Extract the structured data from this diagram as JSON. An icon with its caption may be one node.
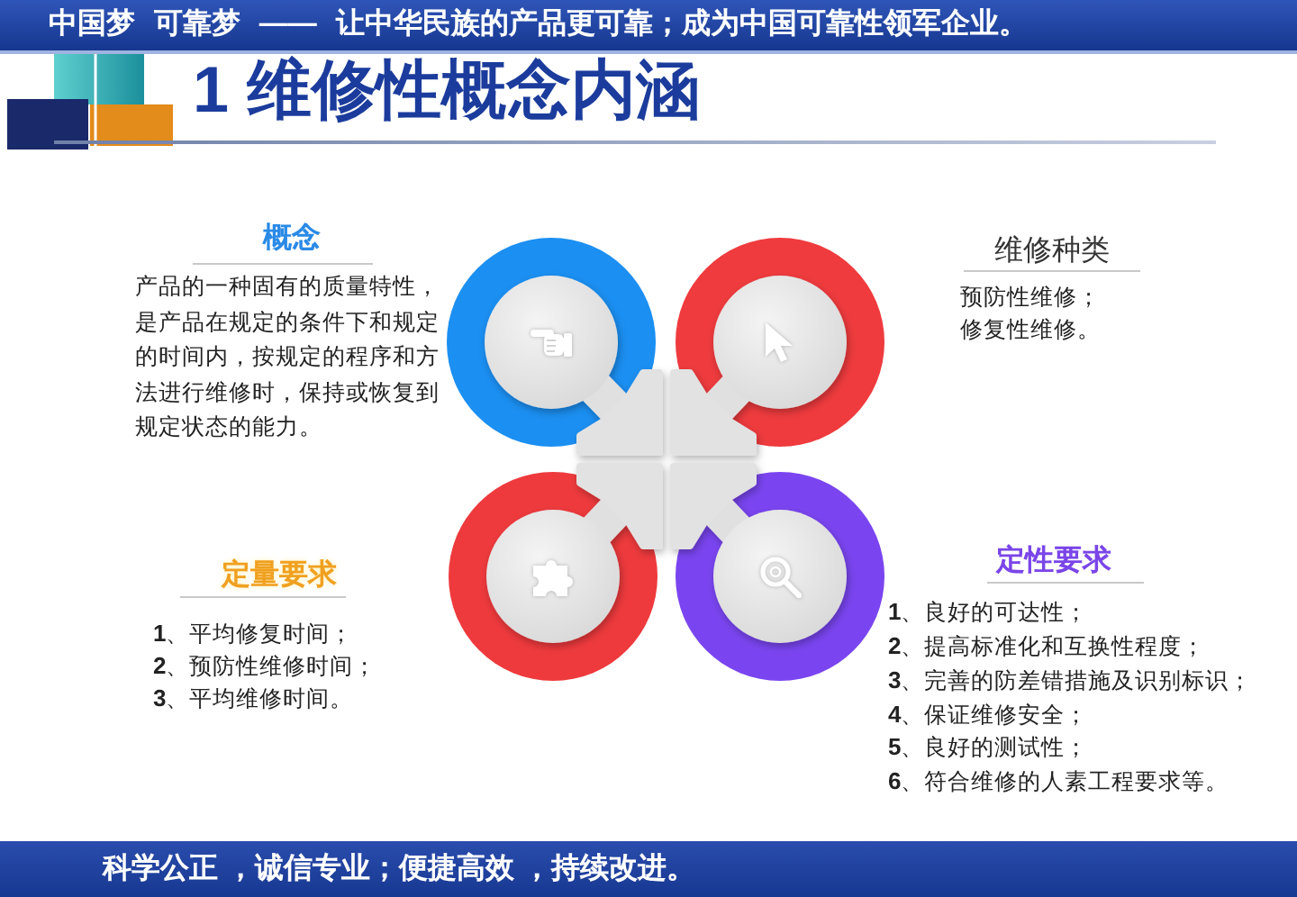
{
  "diagram": {
    "title": "1 维修性概念内涵",
    "labels": [
      "中国梦 可靠梦 —— 让中华民族的产品更可靠；成为中国可靠性领军企业。",
      "概念",
      "产品的一种固有的质量特性，是产品在规定的条件下和规定的时间内，按规定的程序和方法进行维修时，保持或恢复到规定状态的能力。",
      "维修种类",
      "预防性维修；",
      "修复性维修。",
      "定量要求",
      "**1**、平均修复时间；",
      "**2**、预防性维修时间；",
      "**3**、平均维修时间。",
      "定性要求",
      "**1**、良好的可达性；",
      "**2**、提高标准化和互换性程度；",
      "**3**、完善的防差错措施及识别标识；",
      "**4**、保证维修安全；",
      "**5**、良好的测试性；",
      "**6**、符合维修的人素工程要求等。",
      "科学公正 ，诚信专业；便捷高效 ，持续改进。"
    ]
  }
}
